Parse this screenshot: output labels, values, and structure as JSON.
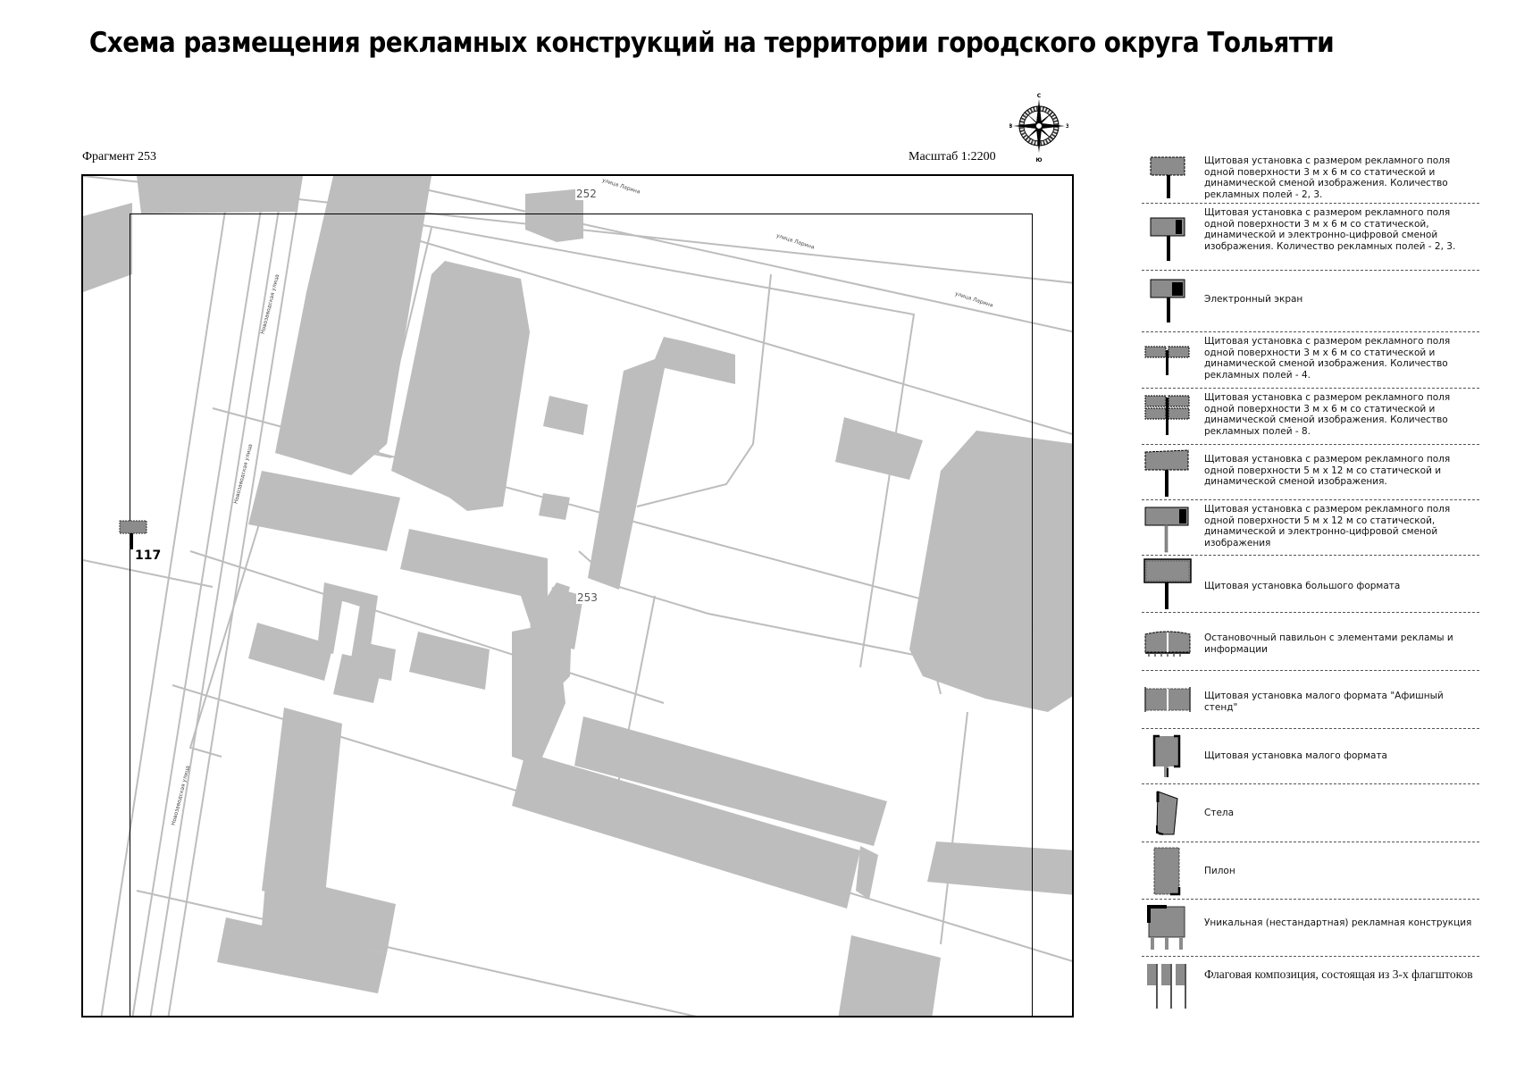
{
  "header": {
    "title": "Схема размещения рекламных конструкций на территории городского округа Тольятти",
    "fragment": "Фрагмент 253",
    "scale": "Масштаб 1:2200"
  },
  "compass": {
    "north": "С",
    "south": "Ю",
    "west": "В",
    "east": "З"
  },
  "map": {
    "fragment_labels": [
      {
        "text": "252"
      },
      {
        "text": "253"
      }
    ],
    "street_labels": [
      {
        "text": "улица Ларина"
      },
      {
        "text": "улица Ларина"
      },
      {
        "text": "улица Ларина"
      },
      {
        "text": "Новозаводская улица"
      },
      {
        "text": "Новозаводская улица"
      },
      {
        "text": "Новозаводская улица"
      }
    ],
    "markers": [
      {
        "number": "117",
        "type": "billboard-3x6"
      }
    ],
    "colors": {
      "building": "#bdbdbd",
      "road_line": "#bdbdbd",
      "frame": "#000000",
      "marker_fill": "#8c8c8c"
    }
  },
  "legend": {
    "items": [
      {
        "icon": "billboard-3x6-icon",
        "text": "Щитовая установка с размером рекламного поля одной поверхности 3 м х 6 м со статической и динамической сменой изображения. Количество рекламных полей - 2, 3."
      },
      {
        "icon": "billboard-3x6-digital-icon",
        "text": "Щитовая установка с размером рекламного поля одной поверхности 3 м х 6 м со статической, динамической и электронно-цифровой сменой изображения. Количество рекламных полей - 2, 3."
      },
      {
        "icon": "electronic-screen-icon",
        "text": "Электронный экран"
      },
      {
        "icon": "billboard-4-fields-icon",
        "text": "Щитовая установка с размером рекламного поля одной поверхности 3 м х 6 м со статической и динамической сменой изображения. Количество рекламных полей - 4."
      },
      {
        "icon": "billboard-8-fields-icon",
        "text": "Щитовая установка с размером рекламного поля одной поверхности 3 м х 6 м со статической и динамической сменой изображения. Количество рекламных полей - 8."
      },
      {
        "icon": "billboard-5x12-icon",
        "text": "Щитовая установка с размером рекламного поля одной поверхности 5 м х 12 м со статической и динамической сменой изображения."
      },
      {
        "icon": "billboard-5x12-digital-icon",
        "text": "Щитовая установка с размером рекламного поля одной поверхности 5 м х 12 м со статической, динамической и электронно-цифровой сменой изображения"
      },
      {
        "icon": "large-format-billboard-icon",
        "text": "Щитовая установка большого формата"
      },
      {
        "icon": "bus-stop-pavilion-icon",
        "text": "Остановочный павильон с элементами рекламы и информации"
      },
      {
        "icon": "poster-stand-icon",
        "text": "Щитовая установка малого формата \"Афишный стенд\""
      },
      {
        "icon": "small-format-billboard-icon",
        "text": "Щитовая установка малого формата"
      },
      {
        "icon": "stele-icon",
        "text": "Стела"
      },
      {
        "icon": "pylon-icon",
        "text": "Пилон"
      },
      {
        "icon": "unique-construction-icon",
        "text": "Уникальная (нестандартная) рекламная конструкция"
      },
      {
        "icon": "flag-composition-icon",
        "text": "Флаговая композиция, состоящая из 3-х флагштоков"
      }
    ]
  }
}
